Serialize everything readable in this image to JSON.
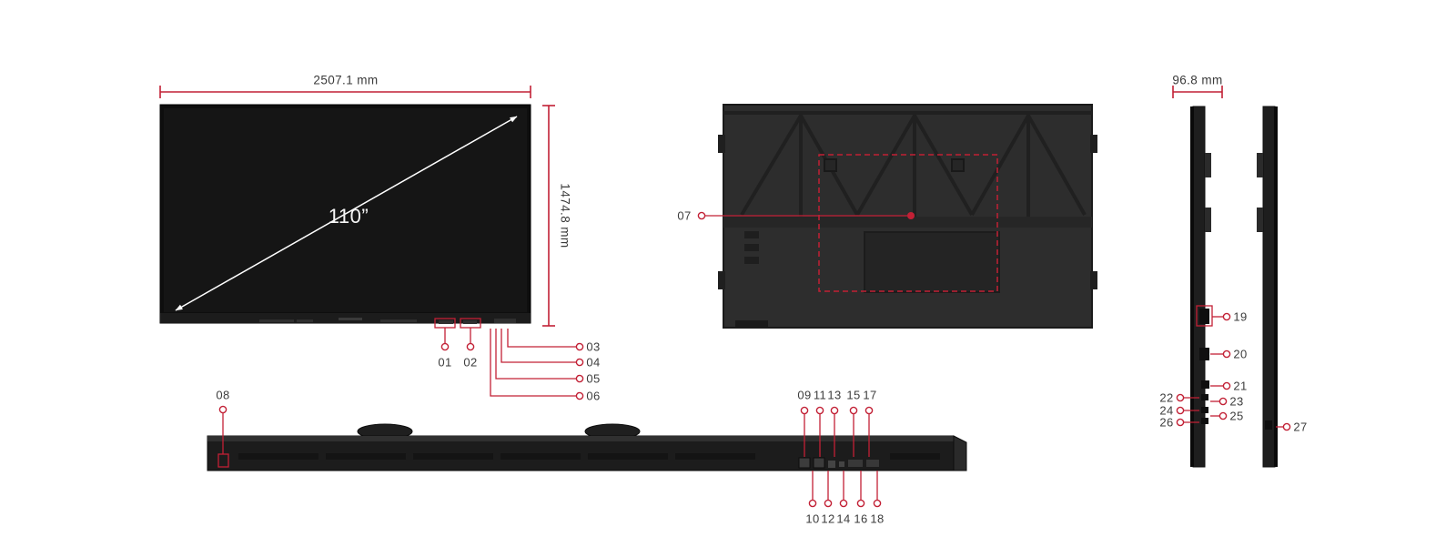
{
  "accent": "#c22035",
  "front_view": {
    "width_label": "2507.1 mm",
    "height_label": "1474.8 mm",
    "diagonal_label": "110”"
  },
  "side_view": {
    "depth_label": "96.8 mm"
  },
  "callouts": {
    "01": "01",
    "02": "02",
    "03": "03",
    "04": "04",
    "05": "05",
    "06": "06",
    "07": "07",
    "08": "08",
    "09": "09",
    "10": "10",
    "11": "11",
    "12": "12",
    "13": "13",
    "14": "14",
    "15": "15",
    "16": "16",
    "17": "17",
    "18": "18",
    "19": "19",
    "20": "20",
    "21": "21",
    "22": "22",
    "23": "23",
    "24": "24",
    "25": "25",
    "26": "26",
    "27": "27"
  }
}
